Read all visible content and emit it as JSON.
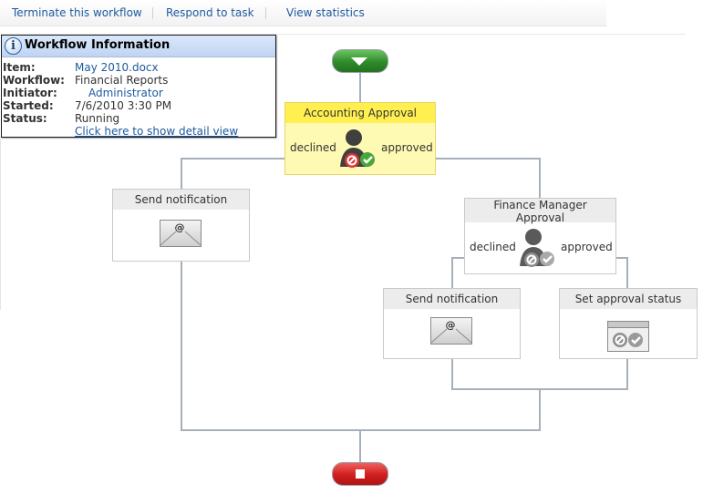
{
  "toolbar": {
    "terminate": "Terminate this workflow",
    "respond": "Respond to task",
    "stats": "View statistics"
  },
  "info": {
    "title": "Workflow Information",
    "icon": "info-icon",
    "item_label": "Item:",
    "item_value": "May 2010.docx",
    "workflow_label": "Workflow:",
    "workflow_value": "Financial Reports",
    "initiator_label": "Initiator:",
    "initiator_value": "Administrator",
    "started_label": "Started:",
    "started_value": "7/6/2010 3:30 PM",
    "status_label": "Status:",
    "status_value": "Running",
    "detail_link": "Click here to show detail view"
  },
  "diagram": {
    "accounting": {
      "title": "Accounting Approval",
      "declined": "declined",
      "approved": "approved"
    },
    "finance": {
      "title": "Finance Manager Approval",
      "declined": "declined",
      "approved": "approved"
    },
    "notify1": {
      "title": "Send notification"
    },
    "notify2": {
      "title": "Send notification"
    },
    "set_status": {
      "title": "Set approval status"
    }
  },
  "colors": {
    "link": "#1e5aa0",
    "highlight": "#fff050",
    "start": "#2e8b2a",
    "end": "#d01e1e",
    "connector": "#a7b0ba"
  }
}
